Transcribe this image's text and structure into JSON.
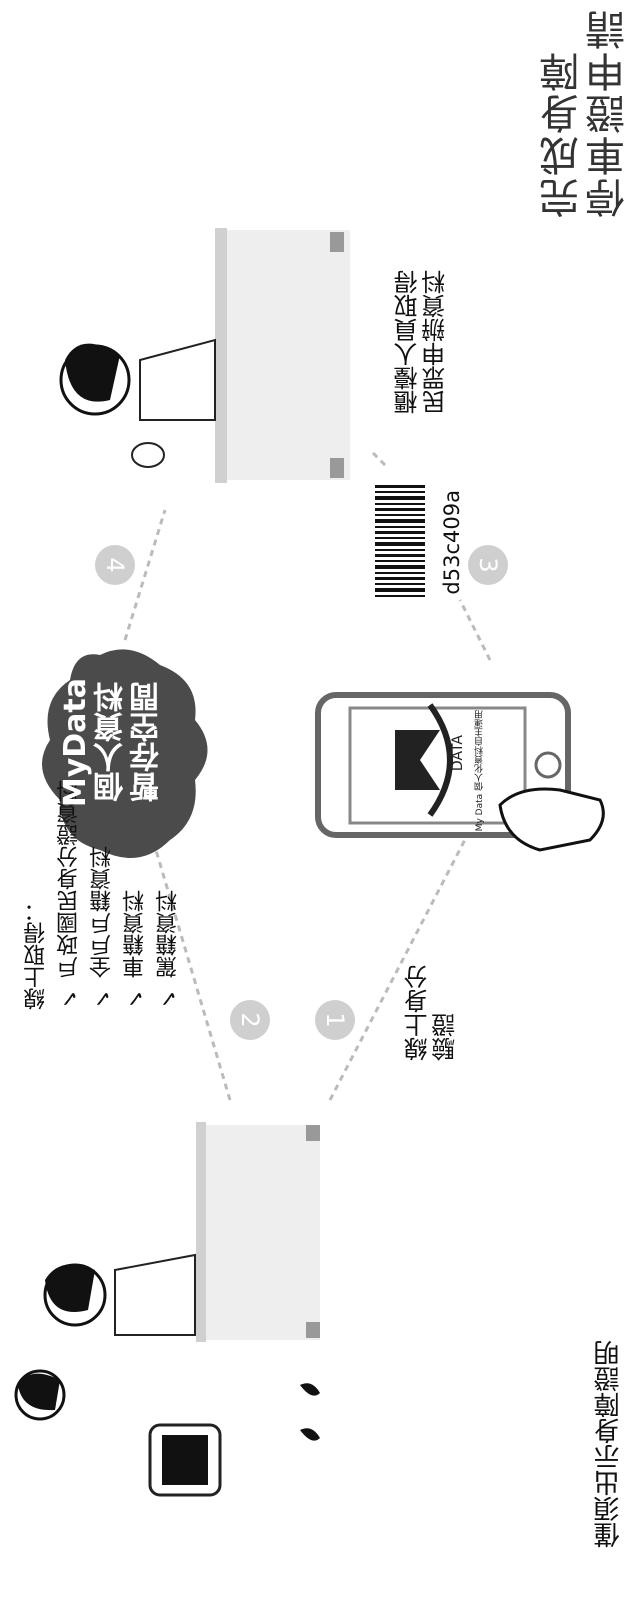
{
  "title_done": [
    "完成身障",
    "停車證申請"
  ],
  "title_need": "僅須出示身障證明",
  "counter_note": [
    "櫃檯人員取得",
    "民眾申辦資料"
  ],
  "online_verify": [
    "線上身分",
    "驗證"
  ],
  "online_fetch_heading": "線上取得：",
  "online_fetch_items": [
    "✓ 戶政國民身分證資料",
    "✓ 全戶戶籍資料",
    "✓ 車籍資料",
    "✓ 駕籍資料"
  ],
  "cloud_lines": [
    "MyData",
    "個人資料",
    "暫存空間"
  ],
  "barcode_code": "d53c409a",
  "phone_logo_text": "DATA",
  "phone_logo_sub": "My Data 個人化資料自主運用",
  "steps": [
    "1",
    "2",
    "3",
    "4"
  ],
  "colors": {
    "cloud": "#4b4b4b",
    "step": "#cfcfcf",
    "desk": "#e6e6e6",
    "line": "#bbbbbb"
  }
}
